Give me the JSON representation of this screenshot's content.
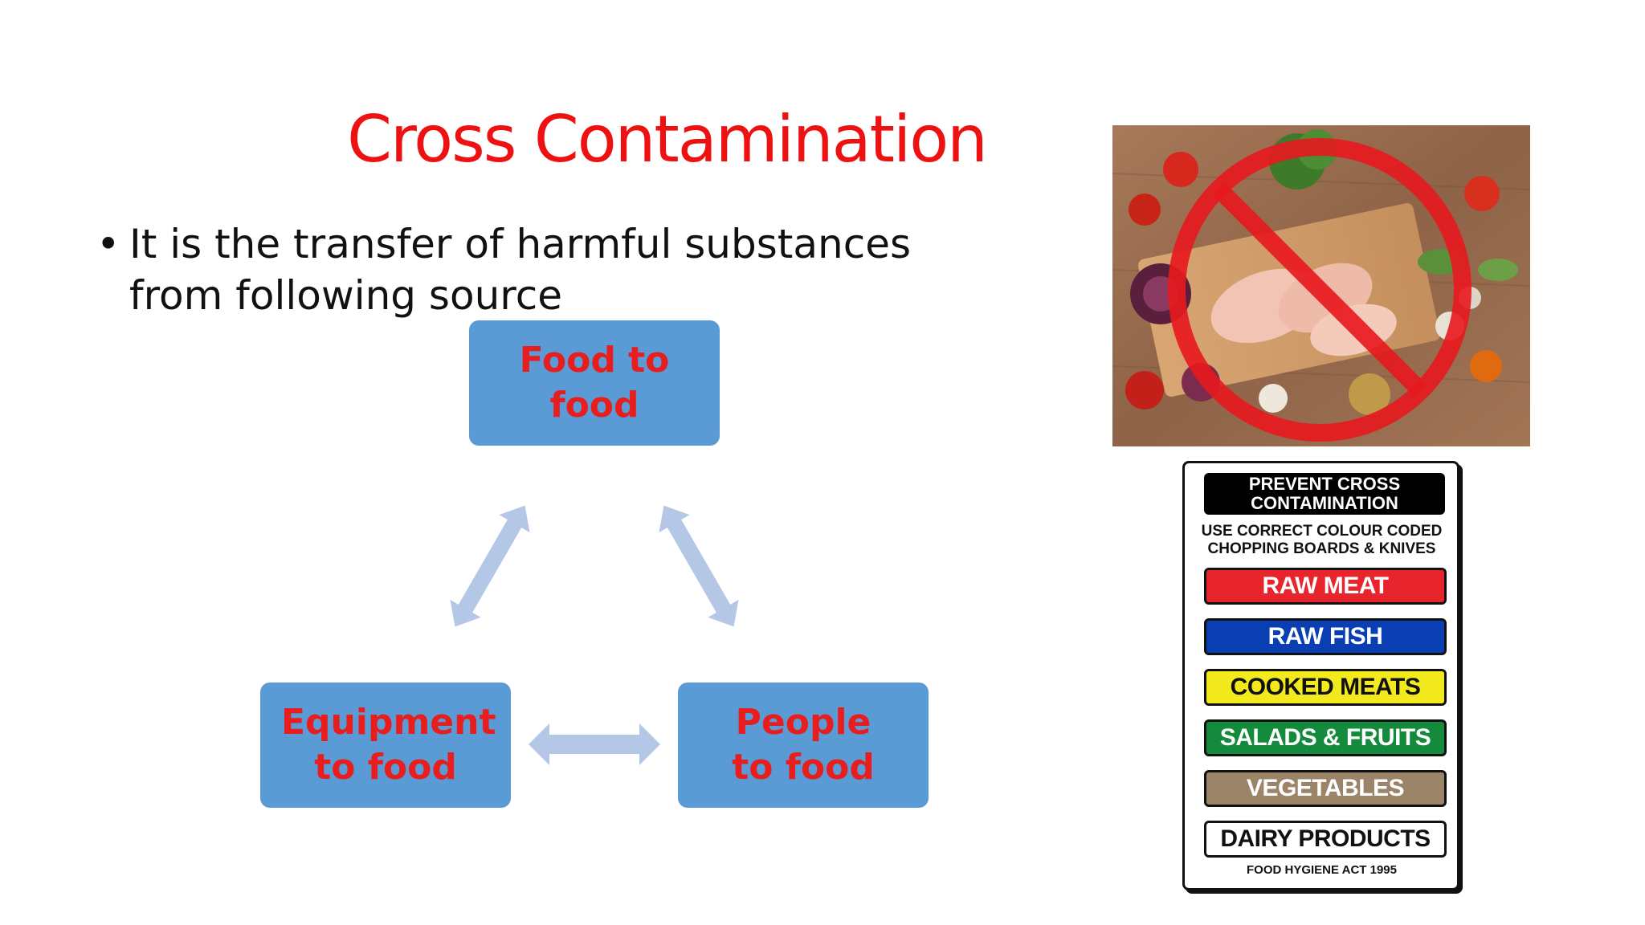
{
  "slide": {
    "title": "Cross Contamination",
    "bullet": "It is the transfer of harmful substances from following source"
  },
  "diagram": {
    "top_box": "Food to food",
    "left_box": "Equipment to food",
    "right_box": "People to food",
    "box_color": "#5b9bd5",
    "text_color": "#e81e1e",
    "arrow_color": "#b4c7e7"
  },
  "sign": {
    "header_line1": "PREVENT CROSS",
    "header_line2": "CONTAMINATION",
    "subtitle_line1": "USE CORRECT COLOUR CODED",
    "subtitle_line2": "CHOPPING BOARDS & KNIVES",
    "bands": [
      {
        "label": "RAW MEAT",
        "color": "#e8242c"
      },
      {
        "label": "RAW FISH",
        "color": "#0a3fb4"
      },
      {
        "label": "COOKED MEATS",
        "color": "#f2ea1c"
      },
      {
        "label": "SALADS & FRUITS",
        "color": "#138a3c"
      },
      {
        "label": "VEGETABLES",
        "color": "#9b8467"
      },
      {
        "label": "DAIRY PRODUCTS",
        "color": "#ffffff"
      }
    ],
    "footer": "FOOD HYGIENE ACT 1995"
  }
}
